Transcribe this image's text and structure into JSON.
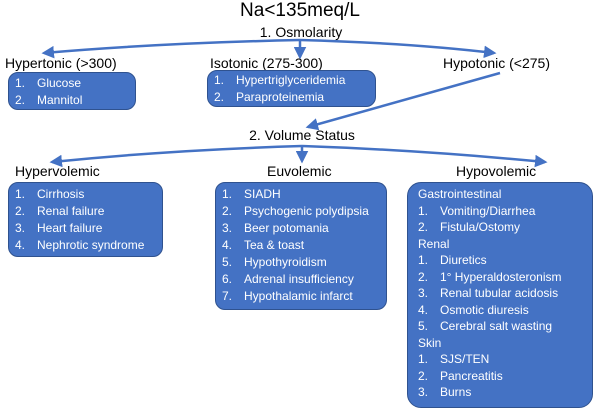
{
  "title": "Na<135meq/L",
  "step1": "1. Osmolarity",
  "step2": "2. Volume Status",
  "osmolarity": {
    "hypertonic": {
      "label": "Hypertonic (>300)",
      "items": [
        {
          "n": "1.",
          "t": "Glucose"
        },
        {
          "n": "2.",
          "t": "Mannitol"
        }
      ]
    },
    "isotonic": {
      "label": "Isotonic (275-300)",
      "items": [
        {
          "n": "1.",
          "t": "Hypertriglyceridemia"
        },
        {
          "n": "2.",
          "t": "Paraproteinemia"
        }
      ]
    },
    "hypotonic": {
      "label": "Hypotonic (<275)"
    }
  },
  "volume": {
    "hypervolemic": {
      "label": "Hypervolemic",
      "items": [
        {
          "n": "1.",
          "t": "Cirrhosis"
        },
        {
          "n": "2.",
          "t": "Renal failure"
        },
        {
          "n": "3.",
          "t": "Heart failure"
        },
        {
          "n": "4.",
          "t": "Nephrotic syndrome"
        }
      ]
    },
    "euvolemic": {
      "label": "Euvolemic",
      "items": [
        {
          "n": "1.",
          "t": "SIADH"
        },
        {
          "n": "2.",
          "t": "Psychogenic polydipsia"
        },
        {
          "n": "3.",
          "t": "Beer potomania"
        },
        {
          "n": "4.",
          "t": "Tea & toast"
        },
        {
          "n": "5.",
          "t": "Hypothyroidism"
        },
        {
          "n": "6.",
          "t": "Adrenal insufficiency"
        },
        {
          "n": "7.",
          "t": "Hypothalamic infarct"
        }
      ]
    },
    "hypovolemic": {
      "label": "Hypovolemic",
      "sections": [
        {
          "title": "Gastrointestinal",
          "items": [
            {
              "n": "1.",
              "t": "Vomiting/Diarrhea"
            },
            {
              "n": "2.",
              "t": "Fistula/Ostomy"
            }
          ]
        },
        {
          "title": "Renal",
          "items": [
            {
              "n": "1.",
              "t": "Diuretics"
            },
            {
              "n": "2.",
              "t": "1° Hyperaldosteronism"
            },
            {
              "n": "3.",
              "t": "Renal tubular acidosis"
            },
            {
              "n": "4.",
              "t": "Osmotic diuresis"
            },
            {
              "n": "5.",
              "t": "Cerebral salt wasting"
            }
          ]
        },
        {
          "title": "Skin",
          "items": [
            {
              "n": "1.",
              "t": "SJS/TEN"
            },
            {
              "n": "2.",
              "t": "Pancreatitis"
            },
            {
              "n": "3.",
              "t": "Burns"
            }
          ]
        }
      ]
    }
  },
  "colors": {
    "box": "#4472c4",
    "arrow": "#4472c4"
  }
}
